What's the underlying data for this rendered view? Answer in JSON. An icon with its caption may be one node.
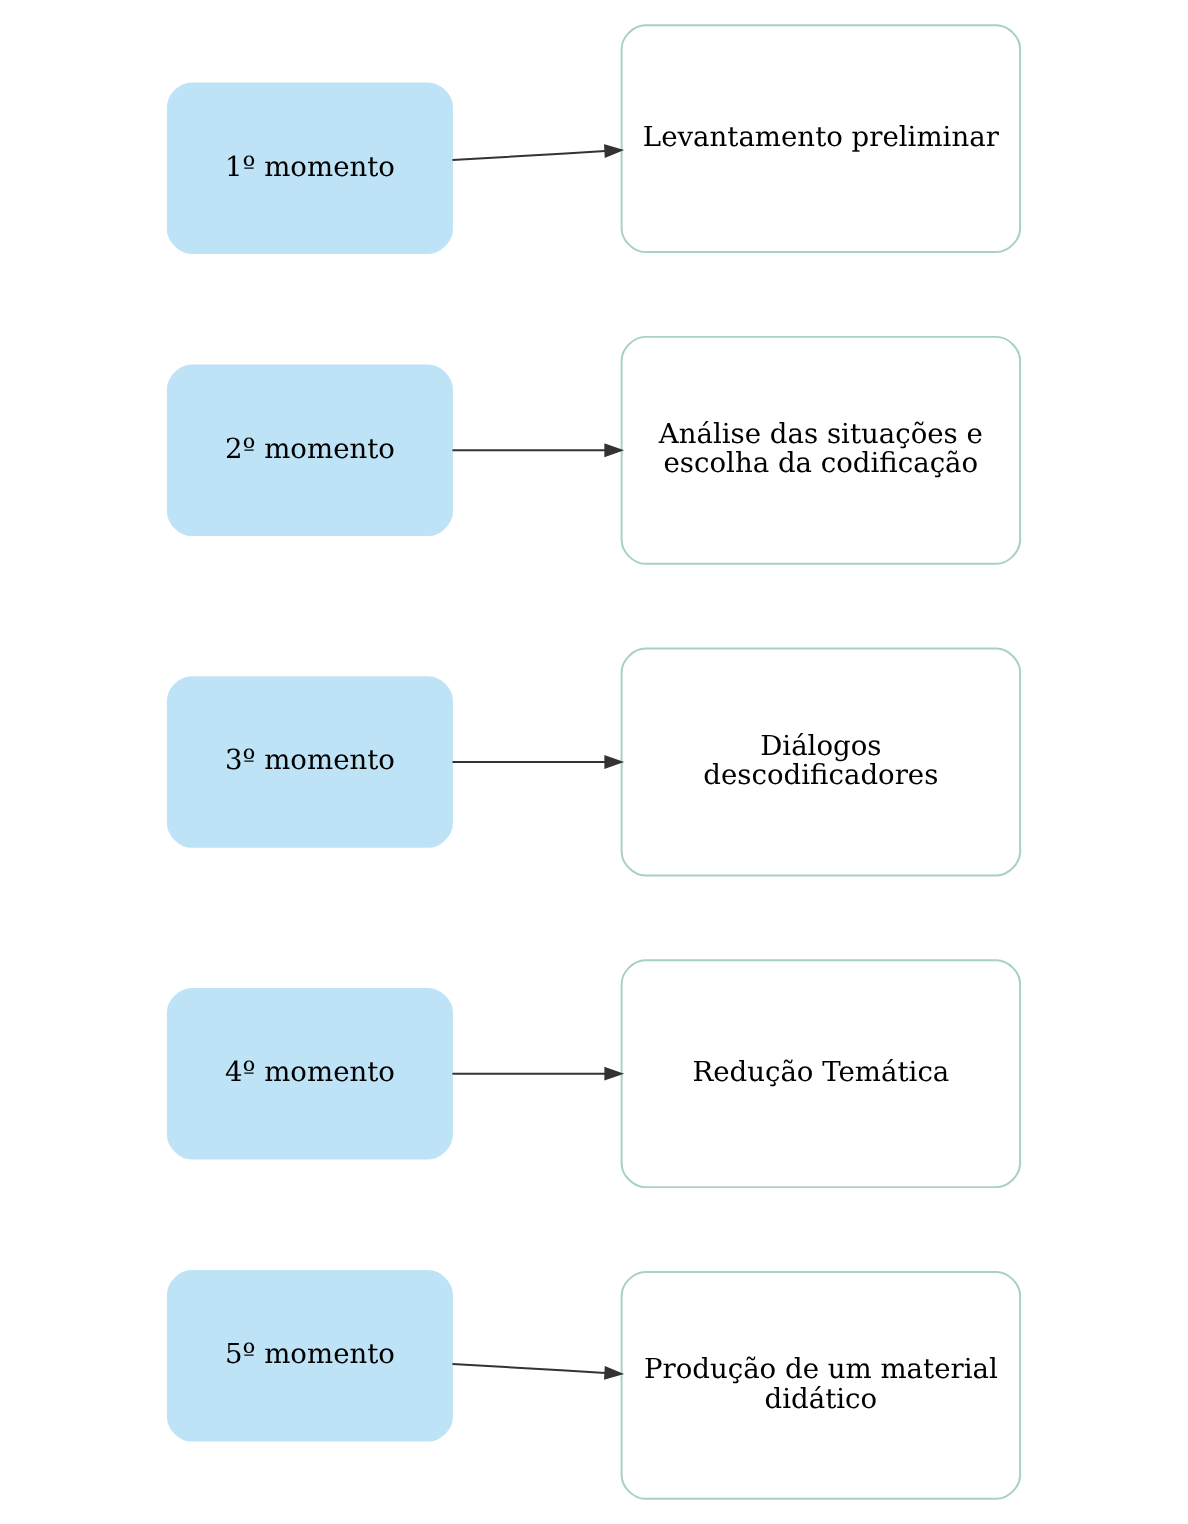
{
  "diagram": {
    "nodes": [
      {
        "text": [
          "1º momento"
        ]
      },
      {
        "text": [
          "Levantamento preliminar"
        ]
      },
      {
        "text": [
          "2º momento"
        ]
      },
      {
        "text": [
          "Análise das situações e escolha da codificação"
        ]
      },
      {
        "text": [
          "3º momento"
        ]
      },
      {
        "text": [
          "Diálogos descodificadores"
        ]
      },
      {
        "text": [
          "4º momento"
        ]
      },
      {
        "text": [
          "Redução Temática"
        ]
      },
      {
        "text": [
          "5º momento"
        ]
      },
      {
        "text": [
          "Produção de um material didático"
        ]
      }
    ],
    "edges": [
      {
        "from": 0,
        "to": 1,
        "arrow": "to"
      },
      {
        "from": 2,
        "to": 3,
        "arrow": "to"
      },
      {
        "from": 4,
        "to": 5,
        "arrow": "to"
      },
      {
        "from": 6,
        "to": 7,
        "arrow": "to"
      },
      {
        "from": 8,
        "to": 9,
        "arrow": "to"
      }
    ]
  }
}
